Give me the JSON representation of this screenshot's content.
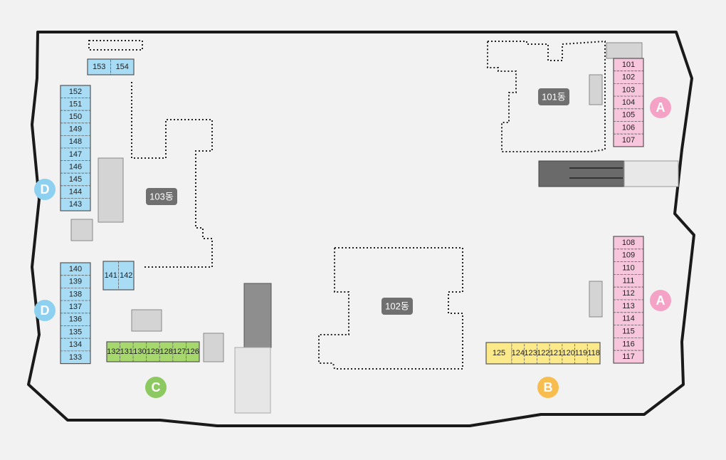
{
  "colors": {
    "pink": "#f7c6dc",
    "blue": "#a8dcf5",
    "green": "#a6d86e",
    "yellow": "#fbe98a",
    "zone_a": "#f4a3c6",
    "zone_b": "#f8bd4f",
    "zone_c": "#8cc960",
    "zone_d": "#8ed0f0",
    "building_label": "#707070"
  },
  "buildings": [
    {
      "label": "101동"
    },
    {
      "label": "102동"
    },
    {
      "label": "103동"
    }
  ],
  "zones": [
    {
      "letter": "A",
      "color": "zone_a"
    },
    {
      "letter": "A",
      "color": "zone_a"
    },
    {
      "letter": "B",
      "color": "zone_b"
    },
    {
      "letter": "C",
      "color": "zone_c"
    },
    {
      "letter": "D",
      "color": "zone_d"
    },
    {
      "letter": "D",
      "color": "zone_d"
    }
  ],
  "unit_groups": [
    {
      "name": "a-top",
      "color": "pink",
      "units": [
        "101",
        "102",
        "103",
        "104",
        "105",
        "106",
        "107"
      ]
    },
    {
      "name": "a-bottom",
      "color": "pink",
      "units": [
        "108",
        "109",
        "110",
        "111",
        "112",
        "113",
        "114",
        "115",
        "116",
        "117"
      ]
    },
    {
      "name": "b-row",
      "color": "yellow",
      "units": [
        "125",
        "124",
        "123",
        "122",
        "121",
        "120",
        "119",
        "118"
      ]
    },
    {
      "name": "c-row",
      "color": "green",
      "units": [
        "132",
        "131",
        "130",
        "129",
        "128",
        "127",
        "126"
      ]
    },
    {
      "name": "d-top",
      "color": "blue",
      "units": [
        "152",
        "151",
        "150",
        "149",
        "148",
        "147",
        "146",
        "145",
        "144",
        "143"
      ]
    },
    {
      "name": "d-bottom",
      "color": "blue",
      "units": [
        "140",
        "139",
        "138",
        "137",
        "136",
        "135",
        "134",
        "133"
      ]
    },
    {
      "name": "d-top-extra",
      "color": "blue",
      "units": [
        "153",
        "154"
      ]
    },
    {
      "name": "d-mid-extra",
      "color": "blue",
      "units": [
        "141",
        "142"
      ]
    }
  ]
}
